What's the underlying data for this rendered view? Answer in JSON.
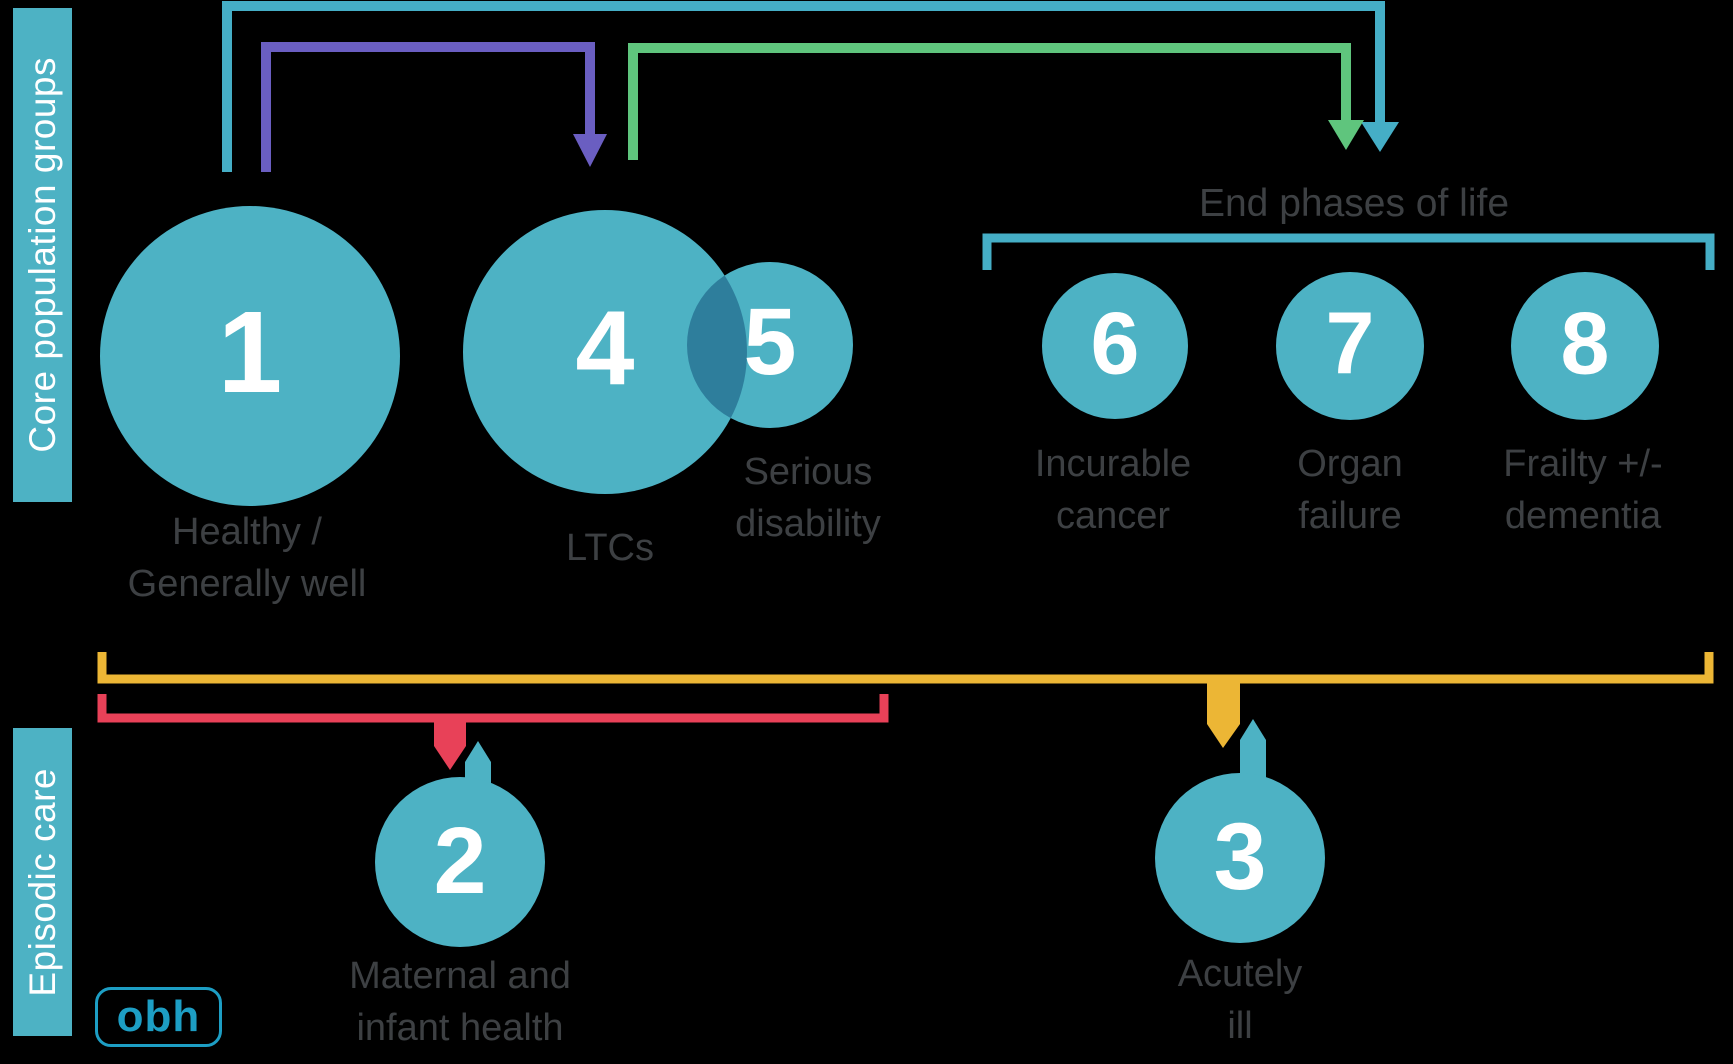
{
  "colors": {
    "bg": "#000000",
    "teal": "#4db2c4",
    "teal_arrow": "#45aec6",
    "overlap": "#2e7e9c",
    "purple": "#6a5ec1",
    "green": "#5fc57d",
    "yellow": "#ecb635",
    "red": "#e84158",
    "label": "#3d4043",
    "logo": "#1d9ec4"
  },
  "sidebar": {
    "bars": [
      {
        "label": "Core population groups"
      },
      {
        "label": "Episodic care"
      }
    ]
  },
  "end_phases": {
    "label": "End phases of life"
  },
  "circles": [
    {
      "number": "1",
      "label_lines": [
        "Healthy /",
        "Generally well"
      ]
    },
    {
      "number": "4",
      "label_lines": [
        "LTCs"
      ]
    },
    {
      "number": "5",
      "label_lines": [
        "Serious",
        "disability"
      ]
    },
    {
      "number": "6",
      "label_lines": [
        "Incurable",
        "cancer"
      ]
    },
    {
      "number": "7",
      "label_lines": [
        "Organ",
        "failure"
      ]
    },
    {
      "number": "8",
      "label_lines": [
        "Frailty +/-",
        "dementia"
      ]
    },
    {
      "number": "2",
      "label_lines": [
        "Maternal and",
        "infant health"
      ]
    },
    {
      "number": "3",
      "label_lines": [
        "Acutely",
        "ill"
      ]
    }
  ],
  "logo": {
    "label": "obh"
  }
}
